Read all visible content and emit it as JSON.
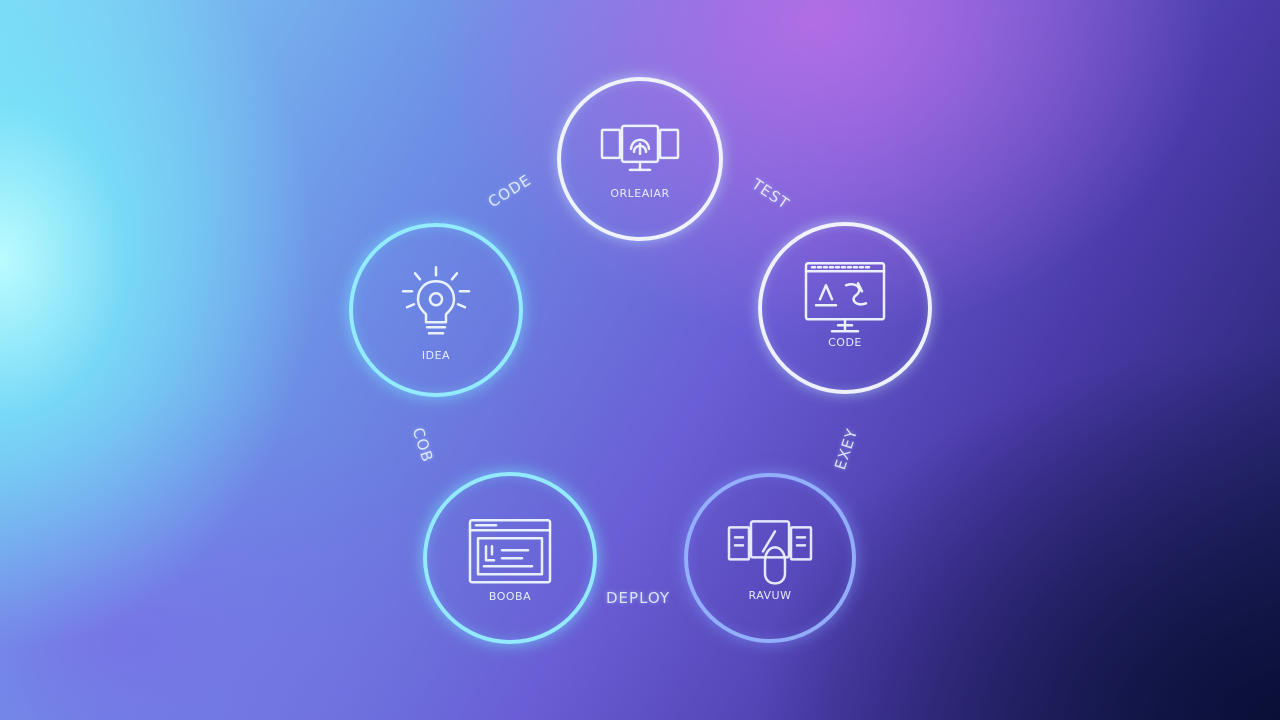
{
  "nodes": {
    "top": {
      "label": "ORLEAIAR",
      "icon": "computer-fingerprint-icon"
    },
    "left": {
      "label": "IDEA",
      "icon": "lightbulb-icon"
    },
    "right": {
      "label": "CODE",
      "icon": "monitor-code-icon"
    },
    "bottom_left": {
      "label": "BOOBA",
      "icon": "browser-window-icon"
    },
    "bottom_right": {
      "label": "RAVUW",
      "icon": "devices-hand-icon"
    }
  },
  "connectors": {
    "top_left": "CODE",
    "top_right": "TEST",
    "left_bottom": "COB",
    "right_bottom": "EXEY",
    "bottom": "DEPLOY"
  },
  "colors": {
    "ring_white": "#f5faff",
    "ring_cyan": "#96f0ff",
    "ring_blue": "#96b4ff"
  }
}
